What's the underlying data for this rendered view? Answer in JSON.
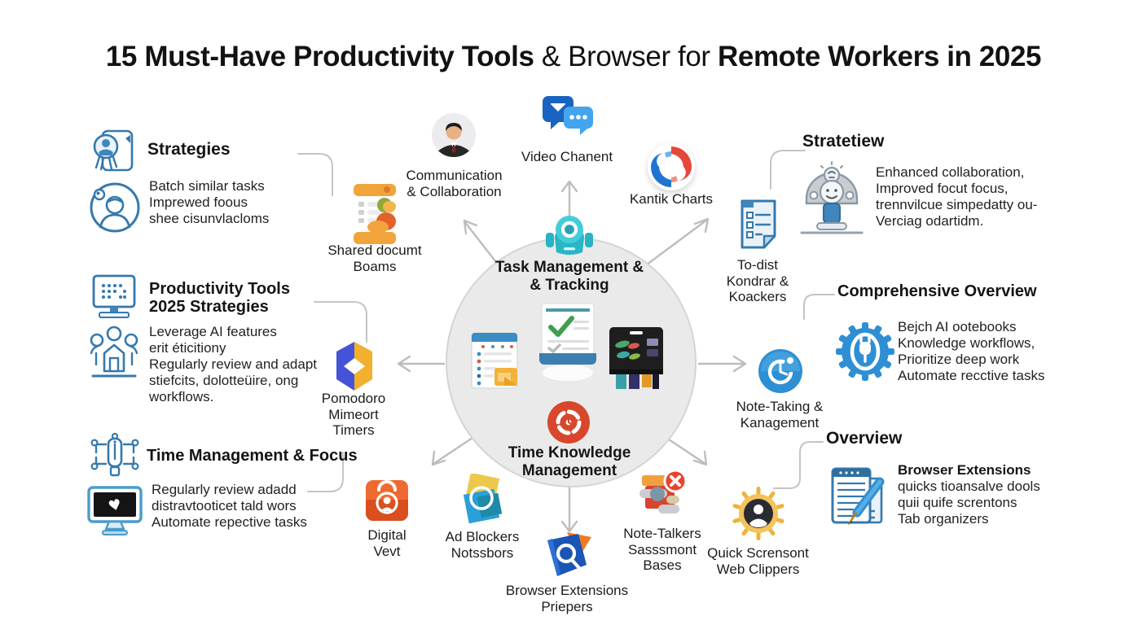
{
  "title": {
    "bold1": "15 Must-Have Productivity Tools",
    "regular": " & Browser for ",
    "bold2": "Remote Workers in 2025"
  },
  "left": {
    "strategies": {
      "heading": "Strategies",
      "lines": [
        "Batch similar tasks",
        "Imprewed foous",
        "shee cisunvlacloms"
      ]
    },
    "productivity": {
      "heading1": "Productivity Tools",
      "heading2": "2025 Strategies",
      "lines": [
        "Leverage AI features",
        "erit éticitiony",
        "Regularly review and adapt",
        "stiefcits, dolotteüire, ong",
        "workflows."
      ]
    },
    "time_management": {
      "heading": "Time Management & Focus",
      "lines": [
        "Regularly review adadd",
        "distravtooticet tald wors",
        "Automate repective tasks"
      ]
    }
  },
  "center": {
    "top1": "Task Management &",
    "top2": "& Tracking",
    "bottom1": "Time Knowledge",
    "bottom2": "Management"
  },
  "ring": {
    "communication": {
      "l1": "Communication",
      "l2": "& Collaboration"
    },
    "video_chat": {
      "l1": "Video Chanent"
    },
    "kanban_charts": {
      "l1": "Kantik Charts"
    },
    "shared_docs": {
      "l1": "Shared documt",
      "l2": "Boams"
    },
    "pomodoro": {
      "l1": "Pomodoro",
      "l2": "Mimeort",
      "l3": "Timers"
    },
    "digital": {
      "l1": "Digital",
      "l2": "Vevt"
    },
    "ad_blockers": {
      "l1": "Ad Blockers",
      "l2": "Notssbors"
    },
    "browser_extensions": {
      "l1": "Browser Extensions",
      "l2": "Priepers"
    },
    "note_talkers": {
      "l1": "Note-Talkers",
      "l2": "Sasssmont",
      "l3": "Bases"
    },
    "quick_screenshot": {
      "l1": "Quick Scrensont",
      "l2": "Web Clippers"
    },
    "todo_lists": {
      "l1": "To-dist",
      "l2": "Kondrar &",
      "l3": "Koackers"
    },
    "note_taking": {
      "l1": "Note-Taking &",
      "l2": "Kanagement"
    }
  },
  "right": {
    "stratetiew": {
      "heading": "Stratetiew",
      "lines": [
        "Enhanced collaboration,",
        "Improved focut focus,",
        "trennvilcue simpedatty ou-",
        "Verciag odartidm."
      ]
    },
    "comprehensive": {
      "heading": "Comprehensive Overview",
      "lines": [
        "Bejch AI ootebooks",
        "Knowledge workflows,",
        "Prioritize deep work",
        "Automate recctive tasks"
      ]
    },
    "overview": {
      "heading": "Overview",
      "bold_line": "Browser Extensions",
      "lines": [
        "quicks tioansalve dools",
        "quii quife screntons",
        "Tab organizers"
      ]
    }
  },
  "colors": {
    "accent_blue": "#3579ad",
    "icon_blue": "#2f8fd4",
    "circle_fill": "#eaeaea",
    "arrow_gray": "#bdbdbd",
    "teal": "#2fb9c9",
    "red_orange": "#d8472b",
    "orange": "#f0a03c",
    "heading_text": "#141414"
  }
}
